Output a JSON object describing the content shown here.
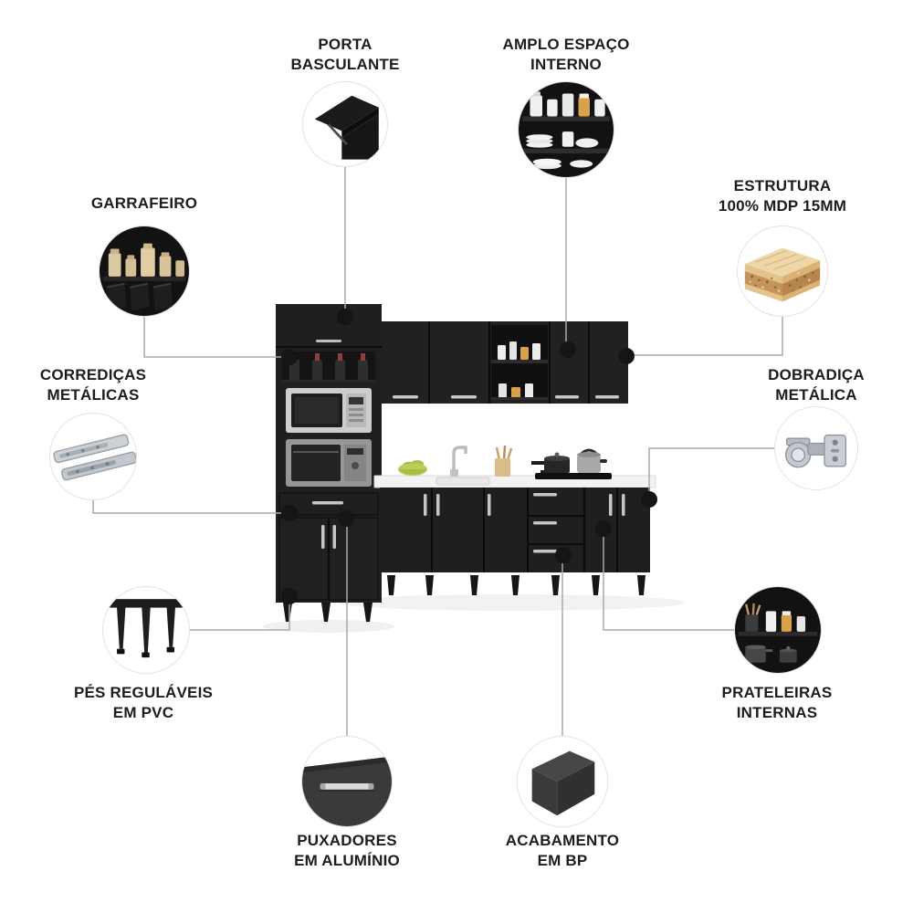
{
  "colors": {
    "text": "#1d1d1b",
    "connector_line": "#a9a9a9",
    "connector_dot": "#151515",
    "cabinet_black": "#1f1f1f",
    "countertop_white": "#f3f3f3",
    "wood_mdp": "#c3955c",
    "aluminum": "#c6c6c6"
  },
  "callouts": {
    "porta_basculante": {
      "label": "PORTA\nBASCULANTE",
      "icon": "flip-door-icon"
    },
    "amplo_espaco_interno": {
      "label": "AMPLO ESPAÇO\nINTERNO",
      "icon": "open-shelves-icon"
    },
    "garrafeiro": {
      "label": "GARRAFEIRO",
      "icon": "bottle-rack-icon"
    },
    "estrutura_mdp": {
      "label": "ESTRUTURA\n100% MDP 15MM",
      "icon": "mdp-board-icon"
    },
    "corredicas_metalicas": {
      "label": "CORREDIÇAS\nMETÁLICAS",
      "icon": "drawer-slides-icon"
    },
    "dobradica_metalica": {
      "label": "DOBRADIÇA\nMETÁLICA",
      "icon": "hinge-icon"
    },
    "pes_regulaveis": {
      "label": "PÉS REGULÁVEIS\nEM PVC",
      "icon": "adjustable-feet-icon"
    },
    "prateleiras_internas": {
      "label": "PRATELEIRAS\nINTERNAS",
      "icon": "internal-shelves-icon"
    },
    "puxadores": {
      "label": "PUXADORES\nEM ALUMÍNIO",
      "icon": "aluminum-handle-icon"
    },
    "acabamento_bp": {
      "label": "ACABAMENTO\nEM BP",
      "icon": "bp-finish-icon"
    }
  }
}
